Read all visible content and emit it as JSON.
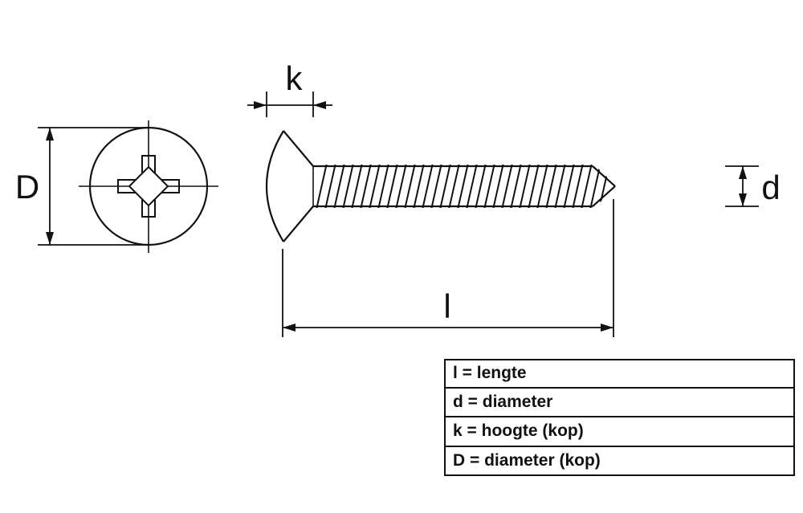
{
  "diagram": {
    "labels": {
      "head_diameter": "D",
      "head_height": "k",
      "shaft_diameter": "d",
      "length": "l"
    },
    "legend": {
      "rows": [
        "l = lengte",
        "d = diameter",
        "k = hoogte (kop)",
        "D = diameter (kop)"
      ]
    },
    "colors": {
      "line": "#111111",
      "background": "#ffffff"
    }
  }
}
